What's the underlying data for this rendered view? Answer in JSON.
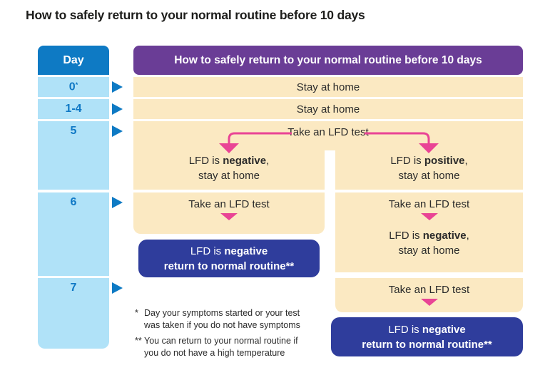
{
  "title": "How to safely return to your normal routine before 10 days",
  "colors": {
    "header_blue": "#0e7ac4",
    "day_cell_blue": "#b0e2f8",
    "day_text_blue": "#0f78c5",
    "purple": "#6a3d96",
    "cream": "#fbe9c2",
    "pink": "#e94495",
    "dark_blue": "#2f3d9c",
    "text": "#2b2b2b"
  },
  "day_column": {
    "header": "Day",
    "days": [
      {
        "label": "0",
        "sup": "*"
      },
      {
        "label": "1-4",
        "sup": ""
      },
      {
        "label": "5",
        "sup": ""
      },
      {
        "label": "6",
        "sup": ""
      },
      {
        "label": "7",
        "sup": ""
      }
    ]
  },
  "flow": {
    "header": "How to safely return to your normal routine before 10 days",
    "day0_text": "Stay at home",
    "day1_4_text": "Stay at home",
    "lfd_action": "Take an LFD test",
    "day5_left": {
      "pre": "LFD is ",
      "bold": "negative",
      "post": ",",
      "line2": "stay at home"
    },
    "day5_right": {
      "pre": "LFD is ",
      "bold": "positive",
      "post": ",",
      "line2": "stay at home"
    },
    "day6_right": {
      "pre": "LFD is ",
      "bold": "negative",
      "post": ",",
      "line2": "stay at home"
    },
    "outcome_box": {
      "pre": "LFD is ",
      "bold": "negative",
      "line2": "return to normal routine**"
    }
  },
  "footnotes": [
    {
      "marker": "*",
      "lines": [
        "Day your symptoms started or your test",
        "was taken if you do not have symptoms"
      ]
    },
    {
      "marker": "**",
      "lines": [
        "You can return to your normal routine if",
        "you do not have a high temperature"
      ]
    }
  ]
}
